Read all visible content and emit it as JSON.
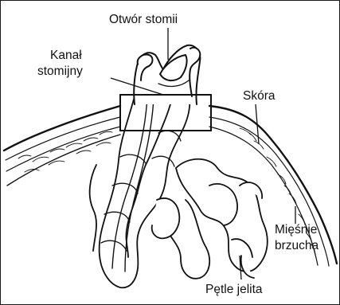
{
  "labels": {
    "stoma_opening": "Otwór stomii",
    "stoma_canal_line1": "Kanał",
    "stoma_canal_line2": "stomijny",
    "skin": "Skóra",
    "abdominal_muscles_line1": "Mięśnie",
    "abdominal_muscles_line2": "brzucha",
    "intestinal_loops": "Pętle jelita"
  },
  "colors": {
    "ink": "#111111",
    "tissue_shade": "#bdbdbd",
    "background": "#ffffff"
  }
}
